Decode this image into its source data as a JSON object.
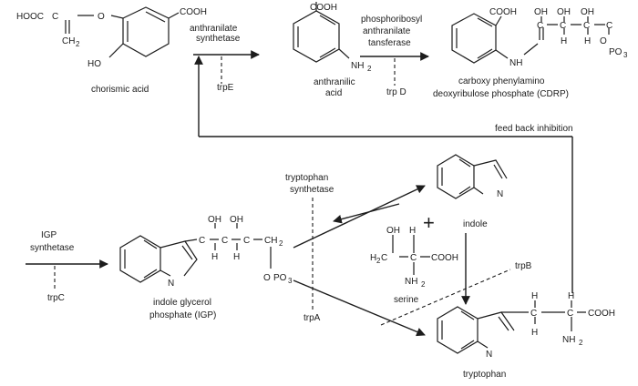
{
  "compounds": {
    "chorismic_acid": {
      "name": "chorismic acid",
      "atoms": {
        "hooc": "HOOC",
        "c": "C",
        "o": "O",
        "ch2": "CH",
        "ch2_sub": "2",
        "cooh": "COOH",
        "ho": "HO"
      }
    },
    "anthranilic_acid": {
      "name_line1": "anthranilic",
      "name_line2": "acid",
      "atoms": {
        "cooh": "COOH",
        "nh2": "NH",
        "nh2_sub": "2"
      }
    },
    "cdrp": {
      "name_line1": "carboxy phenylamino",
      "name_line2": "deoxyribulose phosphate (CDRP)",
      "atoms": {
        "cooh": "COOH",
        "oh": "OH",
        "c": "C",
        "h": "H",
        "nh": "NH",
        "o": "O",
        "po3": "PO",
        "po3_sub": "3"
      }
    },
    "igp": {
      "name_line1": "indole glycerol",
      "name_line2": "phosphate (IGP)",
      "atoms": {
        "oh": "OH",
        "c": "C",
        "h": "H",
        "ch2": "CH",
        "ch2_sub": "2",
        "n": "N",
        "o": "O",
        "po3": "PO",
        "po3_sub": "3"
      }
    },
    "indole": {
      "name": "indole",
      "atoms": {
        "n": "N"
      }
    },
    "serine": {
      "name": "serine",
      "atoms": {
        "oh": "OH",
        "h2c": "H",
        "h2c_sub": "2",
        "h2c_c": "C",
        "c": "C",
        "cooh": "COOH",
        "h": "H",
        "nh2": "NH",
        "nh2_sub": "2"
      }
    },
    "tryptophan": {
      "name": "tryptophan",
      "atoms": {
        "h": "H",
        "c": "C",
        "cooh": "COOH",
        "nh2": "NH",
        "nh2_sub": "2",
        "n": "N"
      }
    }
  },
  "enzymes": {
    "anthranilate_synthetase": {
      "line1": "anthranilate",
      "line2": "synthetase",
      "gene": "trpE"
    },
    "prt": {
      "line1": "phosphoribosyl",
      "line2": "anthranilate",
      "line3": "tansferase",
      "gene": "trp D"
    },
    "igp_synthetase": {
      "line1": "IGP",
      "line2": "synthetase",
      "gene": "trpC"
    },
    "tryptophan_synthetase": {
      "line1": "tryptophan",
      "line2": "synthetase",
      "gene_a": "trpA",
      "gene_b": "trpB"
    }
  },
  "feedback": {
    "label": "feed back inhibition"
  },
  "plus": "+"
}
